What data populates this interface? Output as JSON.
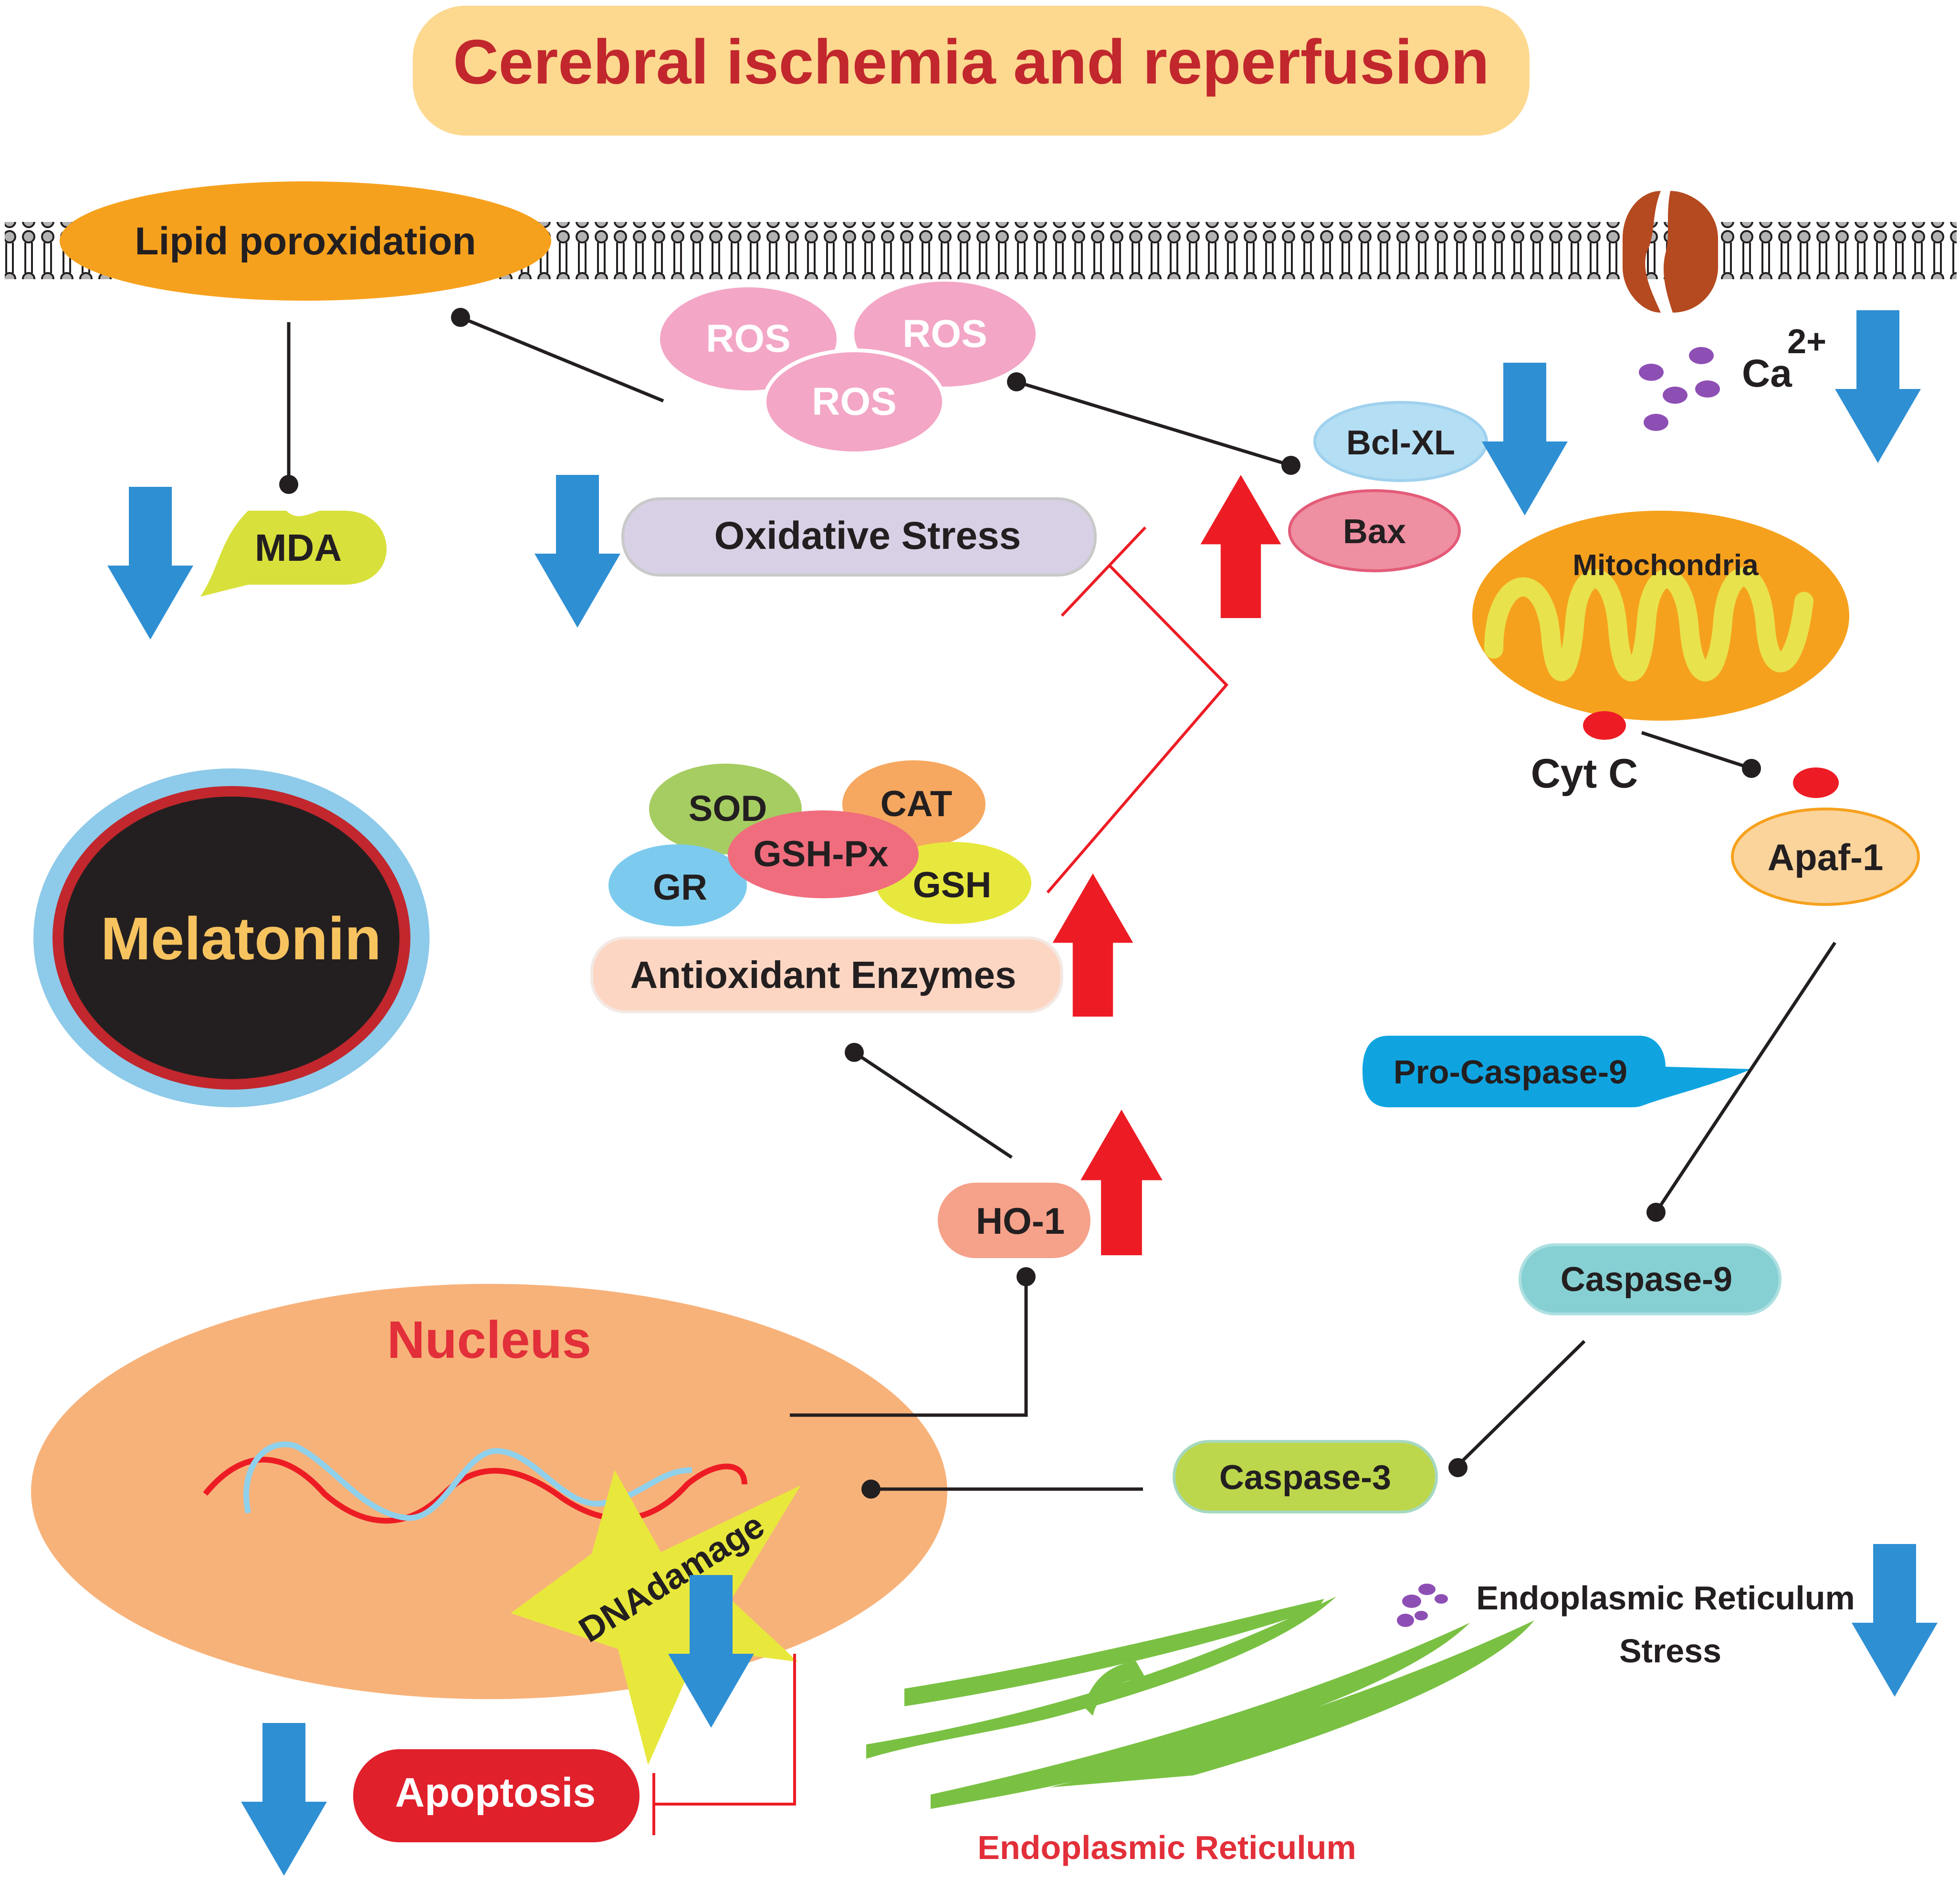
{
  "title": "Cerebral ischemia and reperfusion",
  "labels": {
    "lipid_peroxidation": "Lipid poroxidation",
    "ros": "ROS",
    "mda": "MDA",
    "oxidative_stress": "Oxidative Stress",
    "bcl_xl": "Bcl-XL",
    "bax": "Bax",
    "calcium": "Ca",
    "calcium_charge": "2+",
    "mitochondria": "Mitochondria",
    "cyt_c": "Cyt C",
    "apaf1": "Apaf-1",
    "melatonin": "Melatonin",
    "sod": "SOD",
    "cat": "CAT",
    "gsh_px": "GSH-Px",
    "gr": "GR",
    "gsh": "GSH",
    "antioxidant_enzymes": "Antioxidant Enzymes",
    "pro_caspase9": "Pro-Caspase-9",
    "ho1": "HO-1",
    "caspase9": "Caspase-9",
    "nucleus": "Nucleus",
    "caspase3": "Caspase-3",
    "dna_damage": "DNAdamage",
    "er_stress_line1": "Endoplasmic Reticulum",
    "er_stress_line2": "Stress",
    "apoptosis": "Apoptosis",
    "endoplasmic_reticulum": "Endoplasmic Reticulum"
  },
  "colors": {
    "title_bg": "#fdd88f",
    "title_text": "#c1272d",
    "down_arrow": "#2f8fd3",
    "up_arrow": "#ed1c24",
    "inhibition": "#ed1c24",
    "connector": "#231f20"
  }
}
